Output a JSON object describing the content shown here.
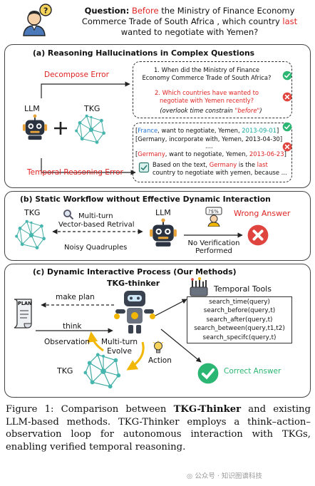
{
  "question": {
    "label": "Question:",
    "kw_before": "Before",
    "text_1": " the Ministry of Finance Economy Commerce Trade of South Africa , which country ",
    "kw_last": "last",
    "text_2": " wanted to negotiate with Yemen?"
  },
  "panel_a": {
    "title": "(a) Reasoning Hallucinations in Complex Questions",
    "decompose_error": "Decompose Error",
    "temporal_error": "Temporal Reasoning Error",
    "llm_label": "LLM",
    "tkg_label": "TKG",
    "sub_q1": "1.  When did the Ministry of Finance Economy Commerce Trade of South Africa?",
    "sub_q2": "2.  Which countries have wanted to negotiate with Yemen recently?",
    "constraint_prefix": "(overlook time constrain ",
    "constraint_kw": "\"before\"",
    "constraint_suffix": ")",
    "fact1_open": "[",
    "fact1_entity": "France",
    "fact1_mid": ", want to negotiate, Yemen, ",
    "fact1_date": "2013-09-01",
    "fact1_close": "]",
    "fact2": "[Germany, incorporate with, Yemen, 2013-04-30]",
    "fact_ellipsis": "....",
    "fact3_open": "[",
    "fact3_entity": "Germany",
    "fact3_mid": ", want to  negotiate, Yemen, ",
    "fact3_date": "2013-06-23",
    "fact3_close": "]",
    "answer_1": "Based on the text, ",
    "answer_kw1": "Germany",
    "answer_2": " is the ",
    "answer_kw2": "last",
    "answer_3": " country to negotiate with yemen, because ..."
  },
  "panel_b": {
    "title": "(b) Static Workflow without Effective Dynamic Interaction",
    "tkg_label": "TKG",
    "llm_label": "LLM",
    "multi_turn": "Multi-turn",
    "retrieval": "Vector-based Retrival",
    "noisy": "Noisy Quadruples",
    "no_verif_1": "No Verification",
    "no_verif_2": "Performed",
    "wrong": "Wrong Answer"
  },
  "panel_c": {
    "title": "(c) Dynamic Interactive Process (Our Methods)",
    "thinker": "TKG-thinker",
    "plan_icon": "PLAN",
    "make_plan": "make plan",
    "think": "think",
    "observation": "Observation",
    "multi_turn": "Multi-turn",
    "evolve": "Evolve",
    "action": "Action",
    "tkg_label": "TKG",
    "tools_title": "Temporal Tools",
    "tools": [
      "search_time(query)",
      "search_before(query,t)",
      "search_after(query,t)",
      "search_between(query,t1,t2)",
      "search_specifc(query,t)"
    ],
    "correct": "Correct Answer"
  },
  "caption": {
    "prefix": "Figure 1: Comparison between ",
    "bold": "TKG-Thinker",
    "rest": " and existing LLM-based methods.  TKG-Thinker employs a think–action–observation loop for autonomous interaction with TKGs, enabling verified temporal reasoning."
  },
  "watermark": "公众号 · 知识图谱科技",
  "colors": {
    "red": "#e02424",
    "blue": "#1f6fd1",
    "teal": "#18a8a0",
    "green": "#2bb673",
    "yellow": "#f2b705"
  }
}
